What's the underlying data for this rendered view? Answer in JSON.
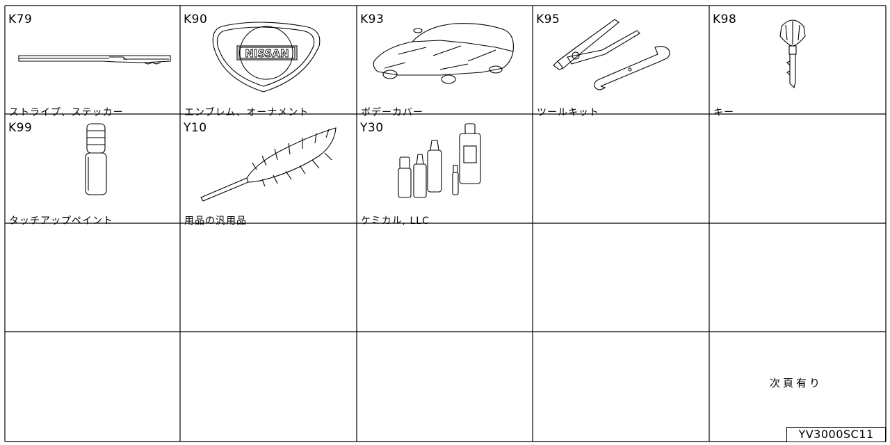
{
  "parts": [
    {
      "code": "K79",
      "label": "ストライプ、ステッカー",
      "icon": "stripe-sticker-icon"
    },
    {
      "code": "K90",
      "label": "エンブレム、オーナメント",
      "icon": "emblem-icon"
    },
    {
      "code": "K93",
      "label": "ボデーカバー",
      "icon": "body-cover-icon"
    },
    {
      "code": "K95",
      "label": "ツールキット",
      "icon": "tool-kit-icon"
    },
    {
      "code": "K98",
      "label": "キー",
      "icon": "key-icon"
    },
    {
      "code": "K99",
      "label": "タッチアップペイント",
      "icon": "touch-up-paint-icon"
    },
    {
      "code": "Y10",
      "label": "用品の汎用品",
      "icon": "duster-icon"
    },
    {
      "code": "Y30",
      "label": "ケミカル, LLC",
      "icon": "chemical-bottles-icon"
    }
  ],
  "emblem_text": "NISSAN",
  "next_page_note": "次頁有り",
  "diagram_code": "YV3000SC11"
}
